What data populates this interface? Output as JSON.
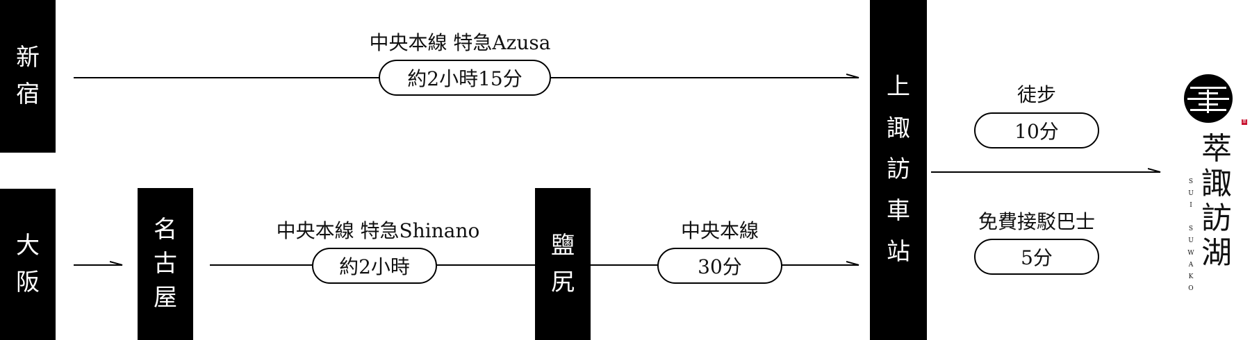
{
  "stations": {
    "shinjuku": [
      "新",
      "宿"
    ],
    "osaka": [
      "大",
      "阪"
    ],
    "nagoya": [
      "名",
      "古",
      "屋"
    ],
    "shiojiri": [
      "鹽",
      "尻"
    ],
    "kamisuwa": [
      "上",
      "諏",
      "訪",
      "車",
      "站"
    ]
  },
  "routes": {
    "shinjuku_kamisuwa": {
      "line": "中央本線 特急Azusa",
      "time": "約2小時15分"
    },
    "nagoya_shiojiri": {
      "line": "中央本線 特急Shinano",
      "time": "約2小時"
    },
    "shiojiri_kamisuwa": {
      "line": "中央本線",
      "time": "30分"
    },
    "walk": {
      "mode": "徒步",
      "time": "10分"
    },
    "shuttle": {
      "mode": "免費接駁巴士",
      "time": "5分"
    }
  },
  "logo": {
    "name": [
      "萃",
      "諏",
      "訪",
      "湖"
    ],
    "roman": [
      "S",
      "U",
      "I",
      "",
      "S",
      "U",
      "W",
      "A",
      "K",
      "O"
    ],
    "seal_text": "萃"
  },
  "colors": {
    "ink": "#000000",
    "paper": "#ffffff",
    "seal": "#c8102e"
  }
}
